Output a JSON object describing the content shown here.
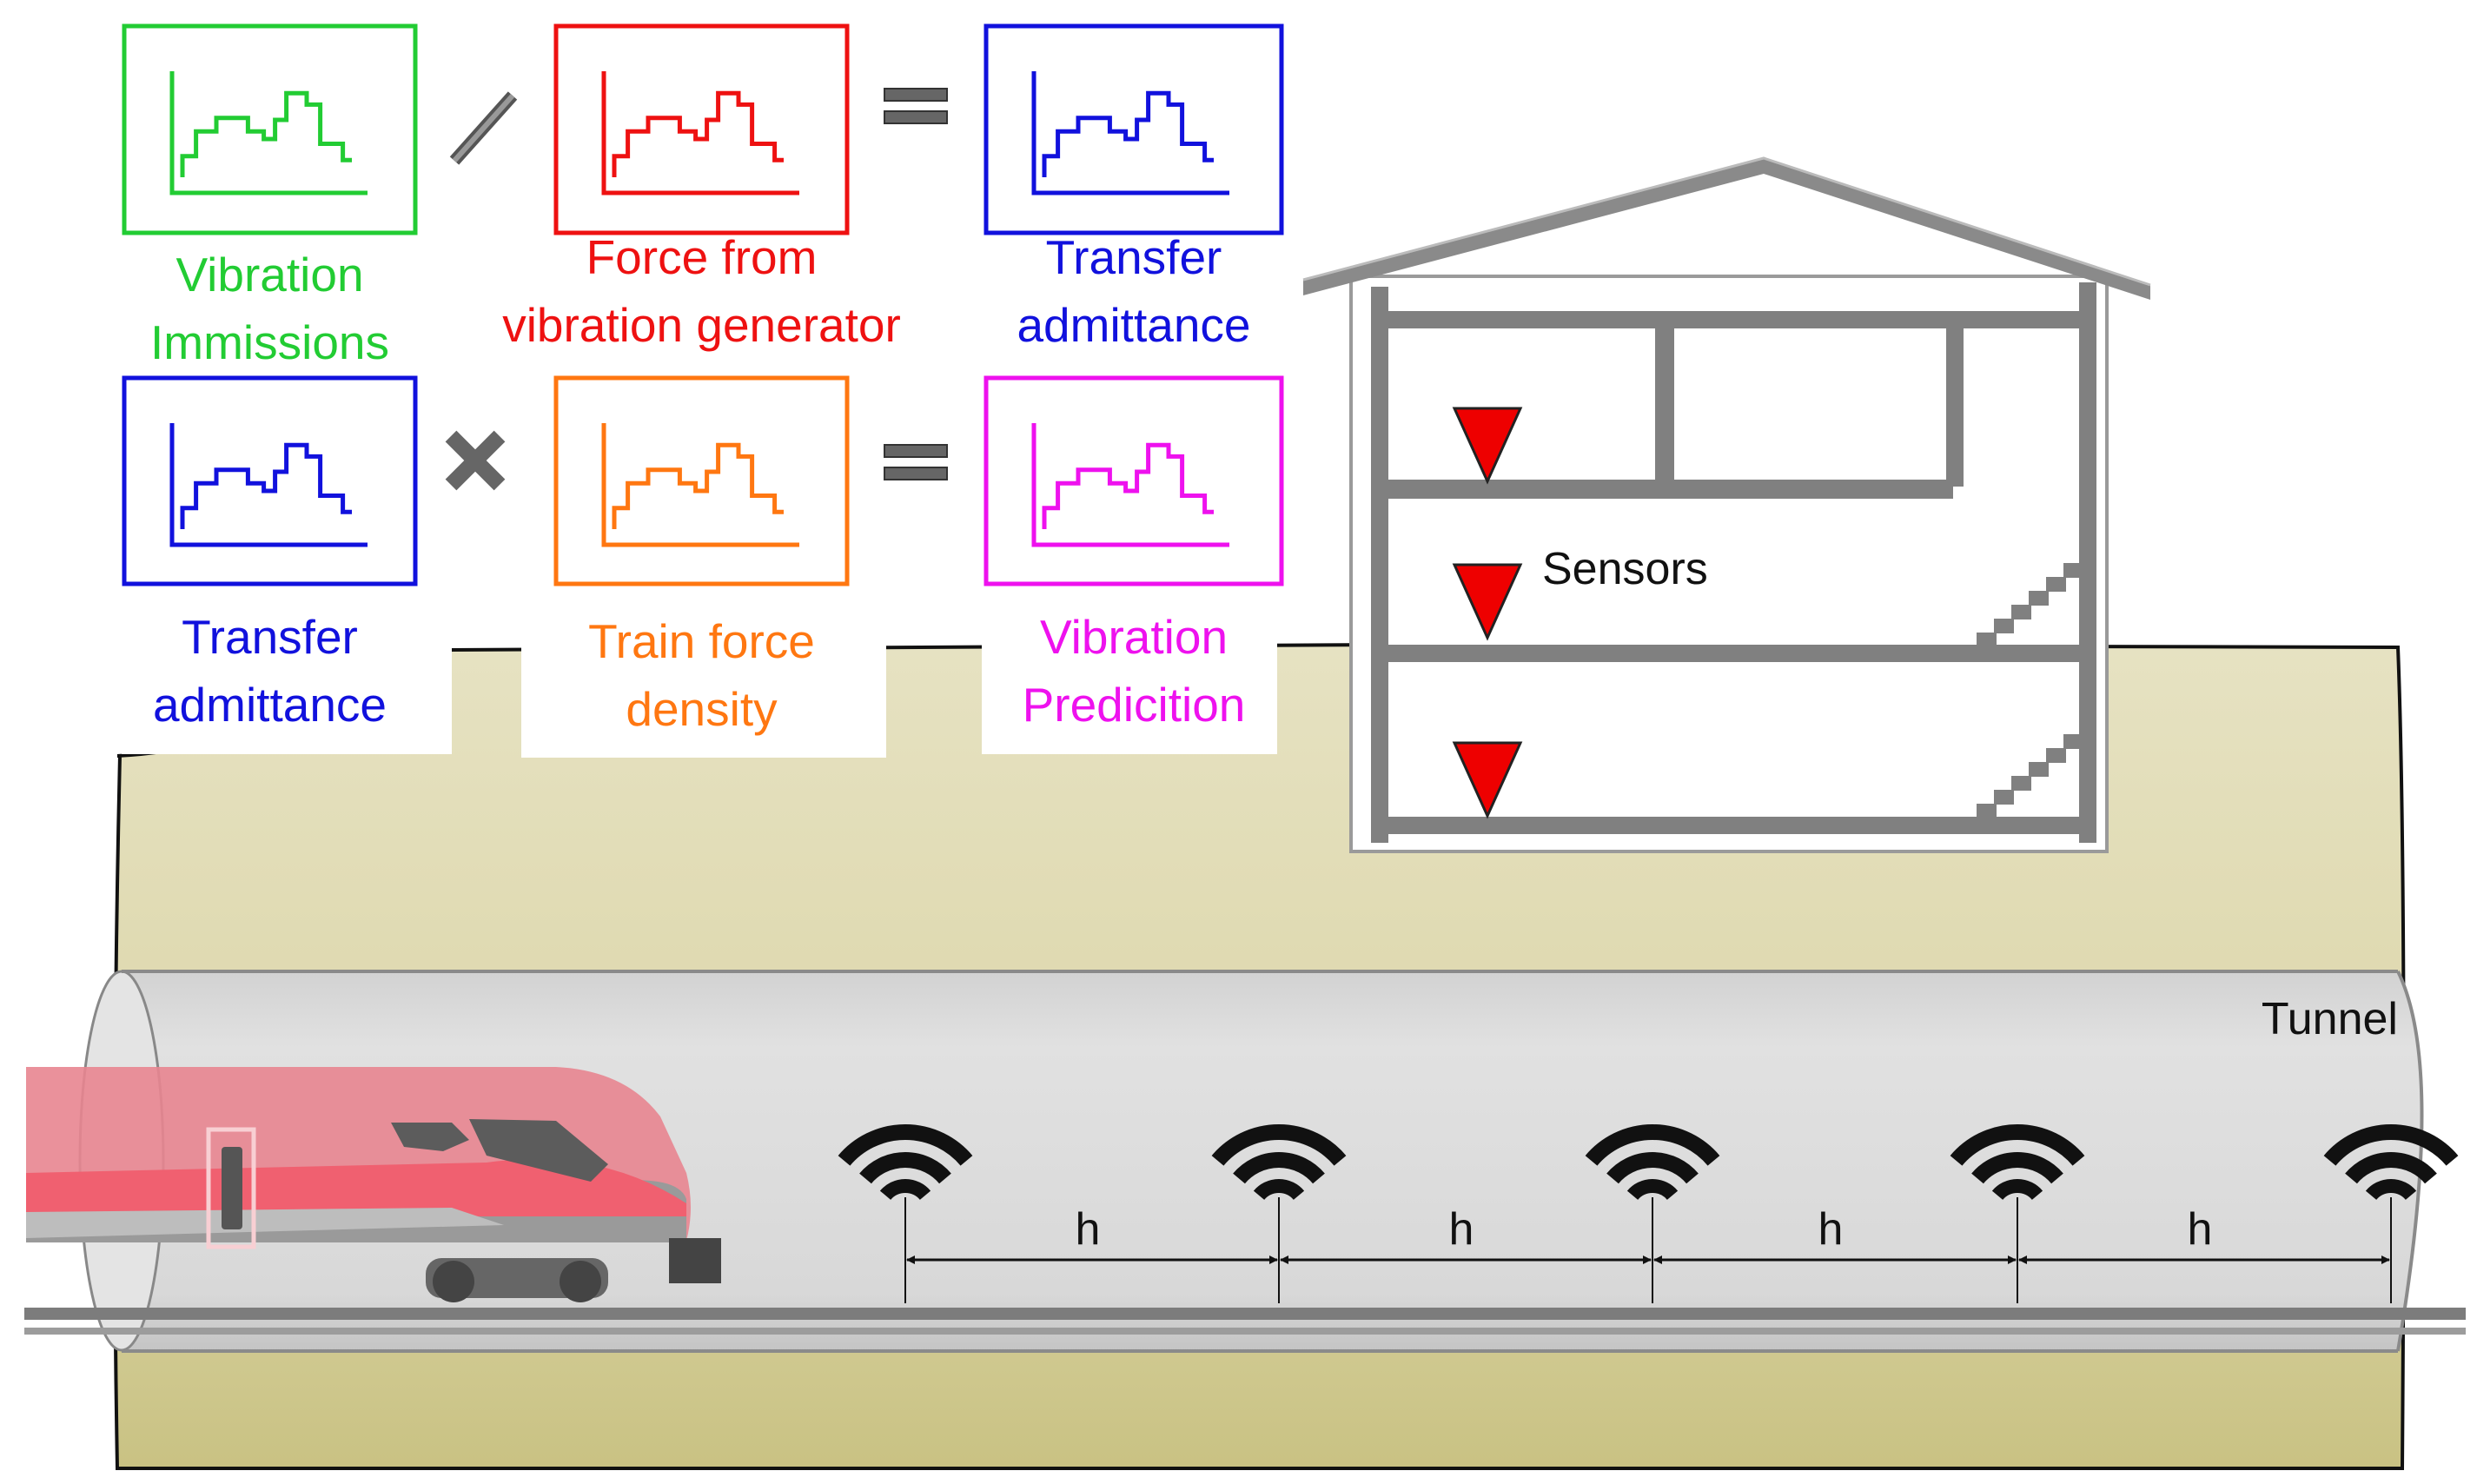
{
  "equations": {
    "row1": {
      "operator": "/",
      "result_operator": "=",
      "boxes": [
        {
          "label_lines": [
            "Vibration",
            "Immissions"
          ],
          "color": "#22cc33"
        },
        {
          "label_lines": [
            "Force from",
            "vibration generator"
          ],
          "color": "#ee1111"
        },
        {
          "label_lines": [
            "Transfer",
            "admittance"
          ],
          "color": "#1111dd"
        }
      ]
    },
    "row2": {
      "operator": "×",
      "result_operator": "=",
      "boxes": [
        {
          "label_lines": [
            "Transfer",
            "admittance"
          ],
          "color": "#1111dd"
        },
        {
          "label_lines": [
            "Train force",
            "density"
          ],
          "color": "#ff7711"
        },
        {
          "label_lines": [
            "Vibration",
            "Predicition"
          ],
          "color": "#ee11ee"
        }
      ]
    }
  },
  "house": {
    "sensor_label": "Sensors",
    "sensor_color": "#ee0000",
    "sensor_count": 3
  },
  "tunnel": {
    "label": "Tunnel",
    "spacing_label": "h",
    "sensor_count": 5,
    "spacing_count": 4
  },
  "colors": {
    "soil": "#e2ddb4",
    "soil_deep": "#cbc487",
    "tunnel": "#dcdcdc",
    "structure": "#808080",
    "train": "#e86b77"
  }
}
